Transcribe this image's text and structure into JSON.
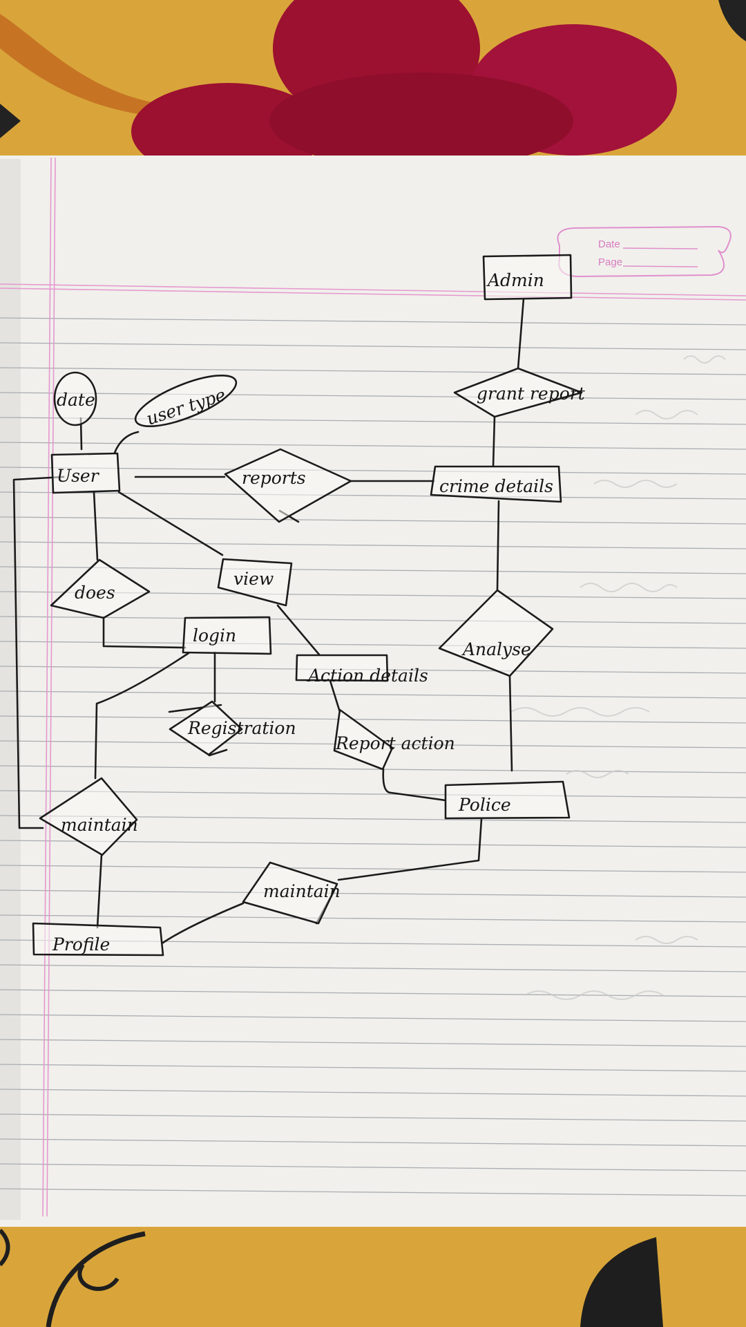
{
  "header": {
    "date_label": "Date",
    "page_label": "Page"
  },
  "entities": {
    "admin": "Admin",
    "user": "User",
    "crime_details": "crime details",
    "view": "view",
    "login": "login",
    "action_details": "Action details",
    "police": "Police",
    "profile": "Profile"
  },
  "relationships": {
    "grant_report": "grant report",
    "reports": "reports",
    "does": "does",
    "analyse": "Analyse",
    "registration": "Registration",
    "report_action": "Report action",
    "maintain_user": "maintain",
    "maintain_profile": "maintain"
  },
  "attributes": {
    "date": "date",
    "user_type": "user type"
  },
  "colors": {
    "fabric": "#d9a53a",
    "flower": "#9c1030",
    "paper": "#f1f0ec",
    "rule_line": "#a9adb1",
    "margin_pink": "#e597cf",
    "ink": "#1b1b1b"
  }
}
